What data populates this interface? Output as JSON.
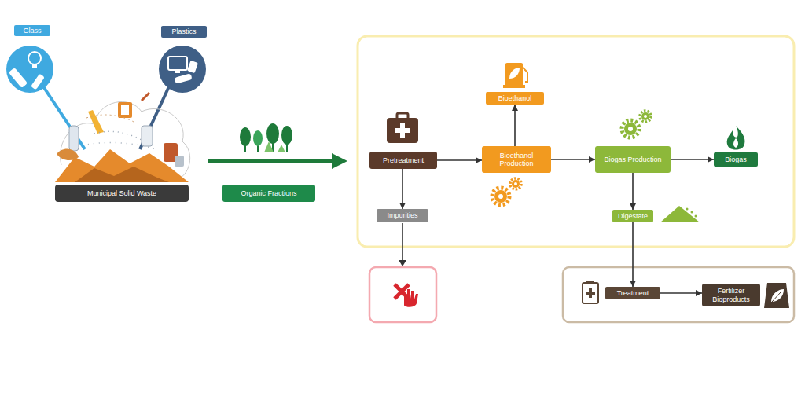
{
  "diagram": {
    "nodes": [
      {
        "text": [
          "Glass"
        ]
      },
      {
        "text": [
          "Plastics"
        ]
      },
      {
        "text": [
          "Municipal Solid Waste"
        ]
      },
      {
        "text": [
          "Organic Fractions"
        ]
      },
      {
        "text": [
          "Pretreatment"
        ]
      },
      {
        "text": [
          "Impurities"
        ]
      },
      {
        "text": [
          "Bioethanol"
        ]
      },
      {
        "text": [
          "Bioethanol Production"
        ]
      },
      {
        "text": [
          "Biogas Production"
        ]
      },
      {
        "text": [
          "Biogas"
        ]
      },
      {
        "text": [
          "Digestate"
        ]
      },
      {
        "text": [
          "Treatment"
        ]
      },
      {
        "text": [
          "Fertilizer Bioproducts"
        ]
      }
    ],
    "edges": [
      {
        "from": 4,
        "to": 7,
        "arrow": "to"
      },
      {
        "from": 4,
        "to": 5,
        "arrow": "to"
      },
      {
        "from": 7,
        "to": 6,
        "arrow": "to"
      },
      {
        "from": 7,
        "to": 8,
        "arrow": "to"
      },
      {
        "from": 8,
        "to": 9,
        "arrow": "to"
      },
      {
        "from": 8,
        "to": 10,
        "arrow": "to"
      },
      {
        "from": 10,
        "to": 11,
        "arrow": "to"
      },
      {
        "from": 11,
        "to": 12,
        "arrow": "to"
      }
    ]
  }
}
